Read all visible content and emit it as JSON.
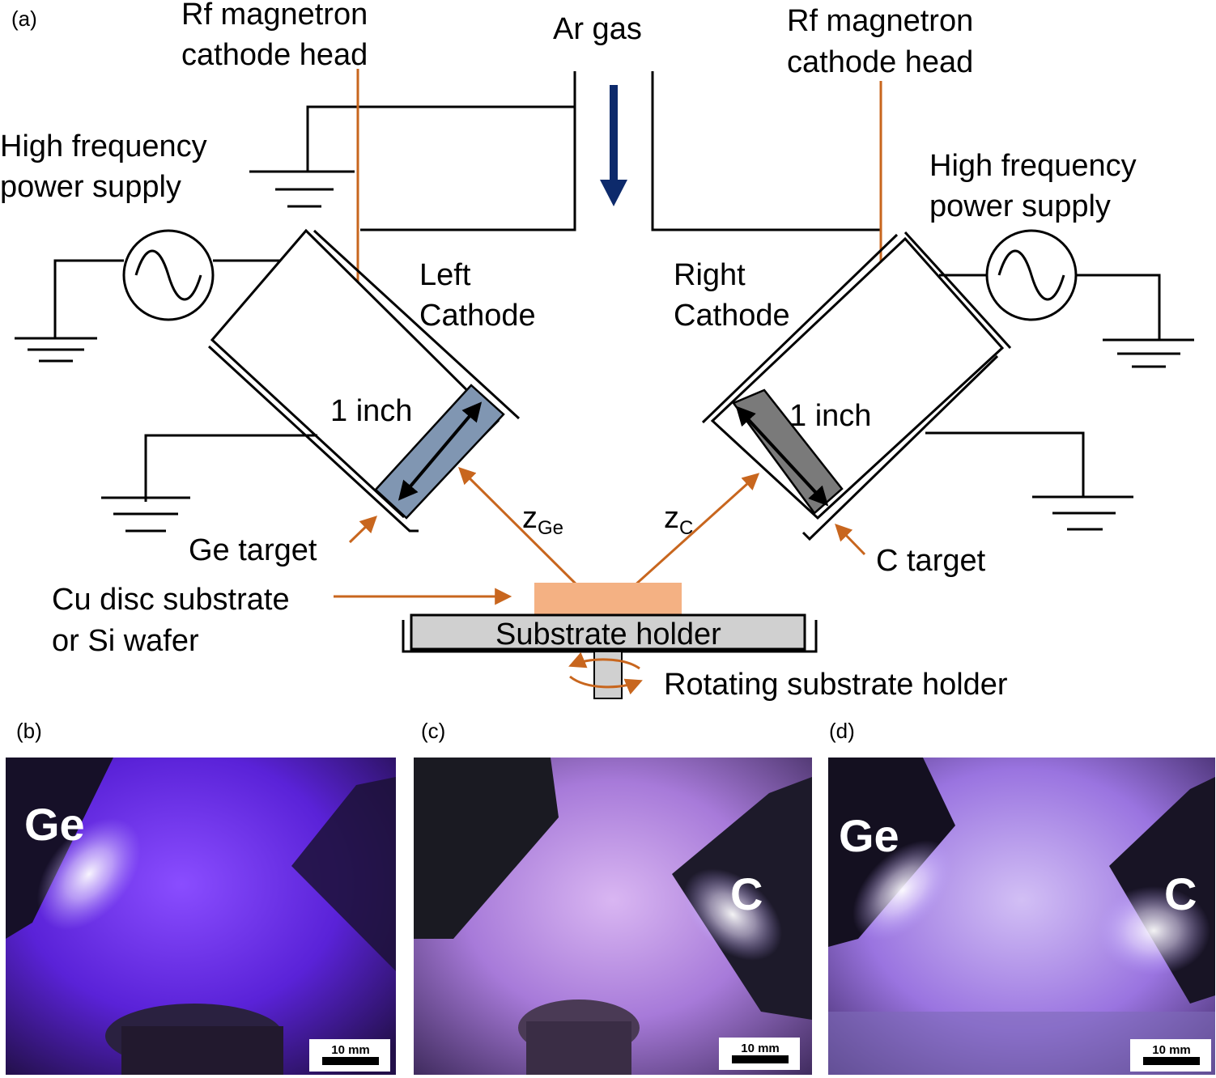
{
  "panels": {
    "a": "(a)",
    "b": "(b)",
    "c": "(c)",
    "d": "(d)"
  },
  "labels": {
    "rf_left_line1": "Rf magnetron",
    "rf_left_line2": "cathode head",
    "rf_right_line1": "Rf magnetron",
    "rf_right_line2": "cathode head",
    "ar_gas": "Ar gas",
    "hf_left_line1": "High frequency",
    "hf_left_line2": "power supply",
    "hf_right_line1": "High frequency",
    "hf_right_line2": "power supply",
    "left_cathode_line1": "Left",
    "left_cathode_line2": "Cathode",
    "right_cathode_line1": "Right",
    "right_cathode_line2": "Cathode",
    "one_inch_left": "1 inch",
    "one_inch_right": "1 inch",
    "z_ge_main": "z",
    "z_ge_sub": "Ge",
    "z_c_main": "z",
    "z_c_sub": "C",
    "ge_target": "Ge target",
    "c_target": "C target",
    "substrate_line1": "Cu disc substrate",
    "substrate_line2": "or Si wafer",
    "substrate_holder": "Substrate holder",
    "rotating": "Rotating substrate holder"
  },
  "photos": {
    "b_label": "Ge",
    "c_label": "C",
    "d_label_ge": "Ge",
    "d_label_c": "C",
    "scale_b": "10 mm",
    "scale_c": "10 mm",
    "scale_d": "10 mm"
  },
  "colors": {
    "arrow_orange": "#c8661e",
    "ar_arrow": "#0d2a6b",
    "ge_target": "#8096b2",
    "c_target": "#7a7a7a",
    "substrate": "#f4b183",
    "holder": "#d0d0d0",
    "plasma": "#7a3cff"
  }
}
